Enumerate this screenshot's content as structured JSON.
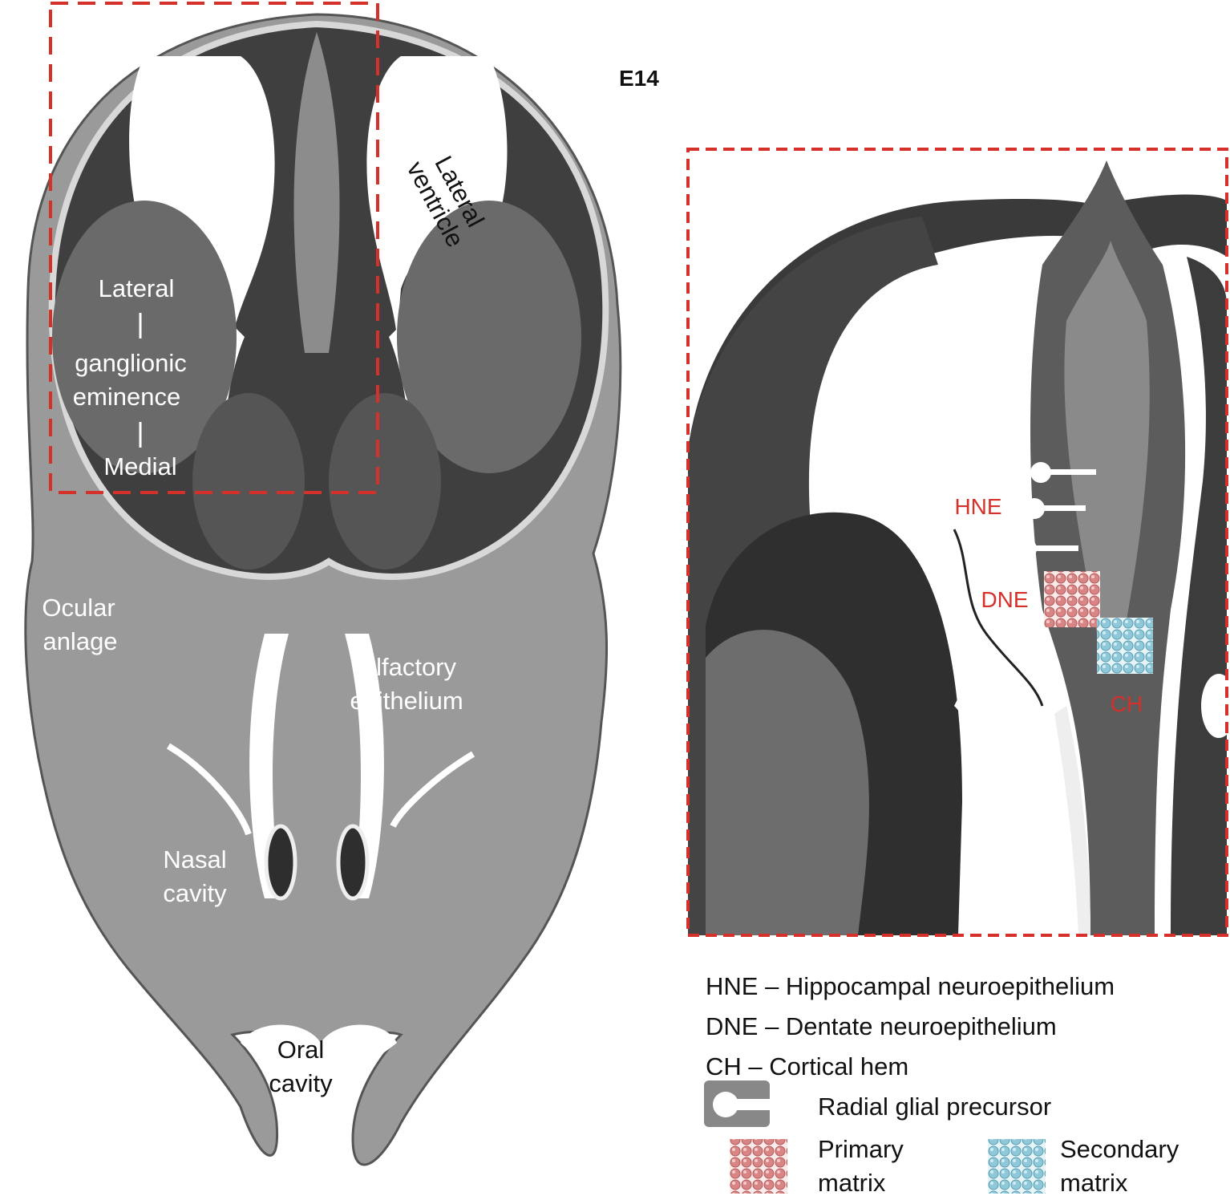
{
  "stage_label": "E14",
  "section_labels": {
    "lateral_ventricle_1": "Lateral",
    "lateral_ventricle_2": "ventricle",
    "lge_top": "Lateral",
    "ge_1": "ganglionic",
    "ge_2": "eminence",
    "mge_bottom": "Medial",
    "ocular_1": "Ocular",
    "ocular_2": "anlage",
    "olfactory_1": "Olfactory",
    "olfactory_2": "epithelium",
    "nasal_1": "Nasal",
    "nasal_2": "cavity",
    "oral_1": "Oral",
    "oral_2": "cavity"
  },
  "inset_labels": {
    "hne": "HNE",
    "dne": "DNE",
    "ch": "CH"
  },
  "legend": {
    "hne": "HNE – Hippocampal neuroepithelium",
    "dne": "DNE – Dentate neuroepithelium",
    "ch": "CH – Cortical hem",
    "radial": "Radial glial precursor",
    "primary_1": "Primary",
    "primary_2": "matrix",
    "secondary_1": "Secondary",
    "secondary_2": "matrix"
  },
  "colors": {
    "highlight_box": "#d6302a",
    "primary_matrix": "#d98585",
    "secondary_matrix": "#8fc8d8"
  }
}
